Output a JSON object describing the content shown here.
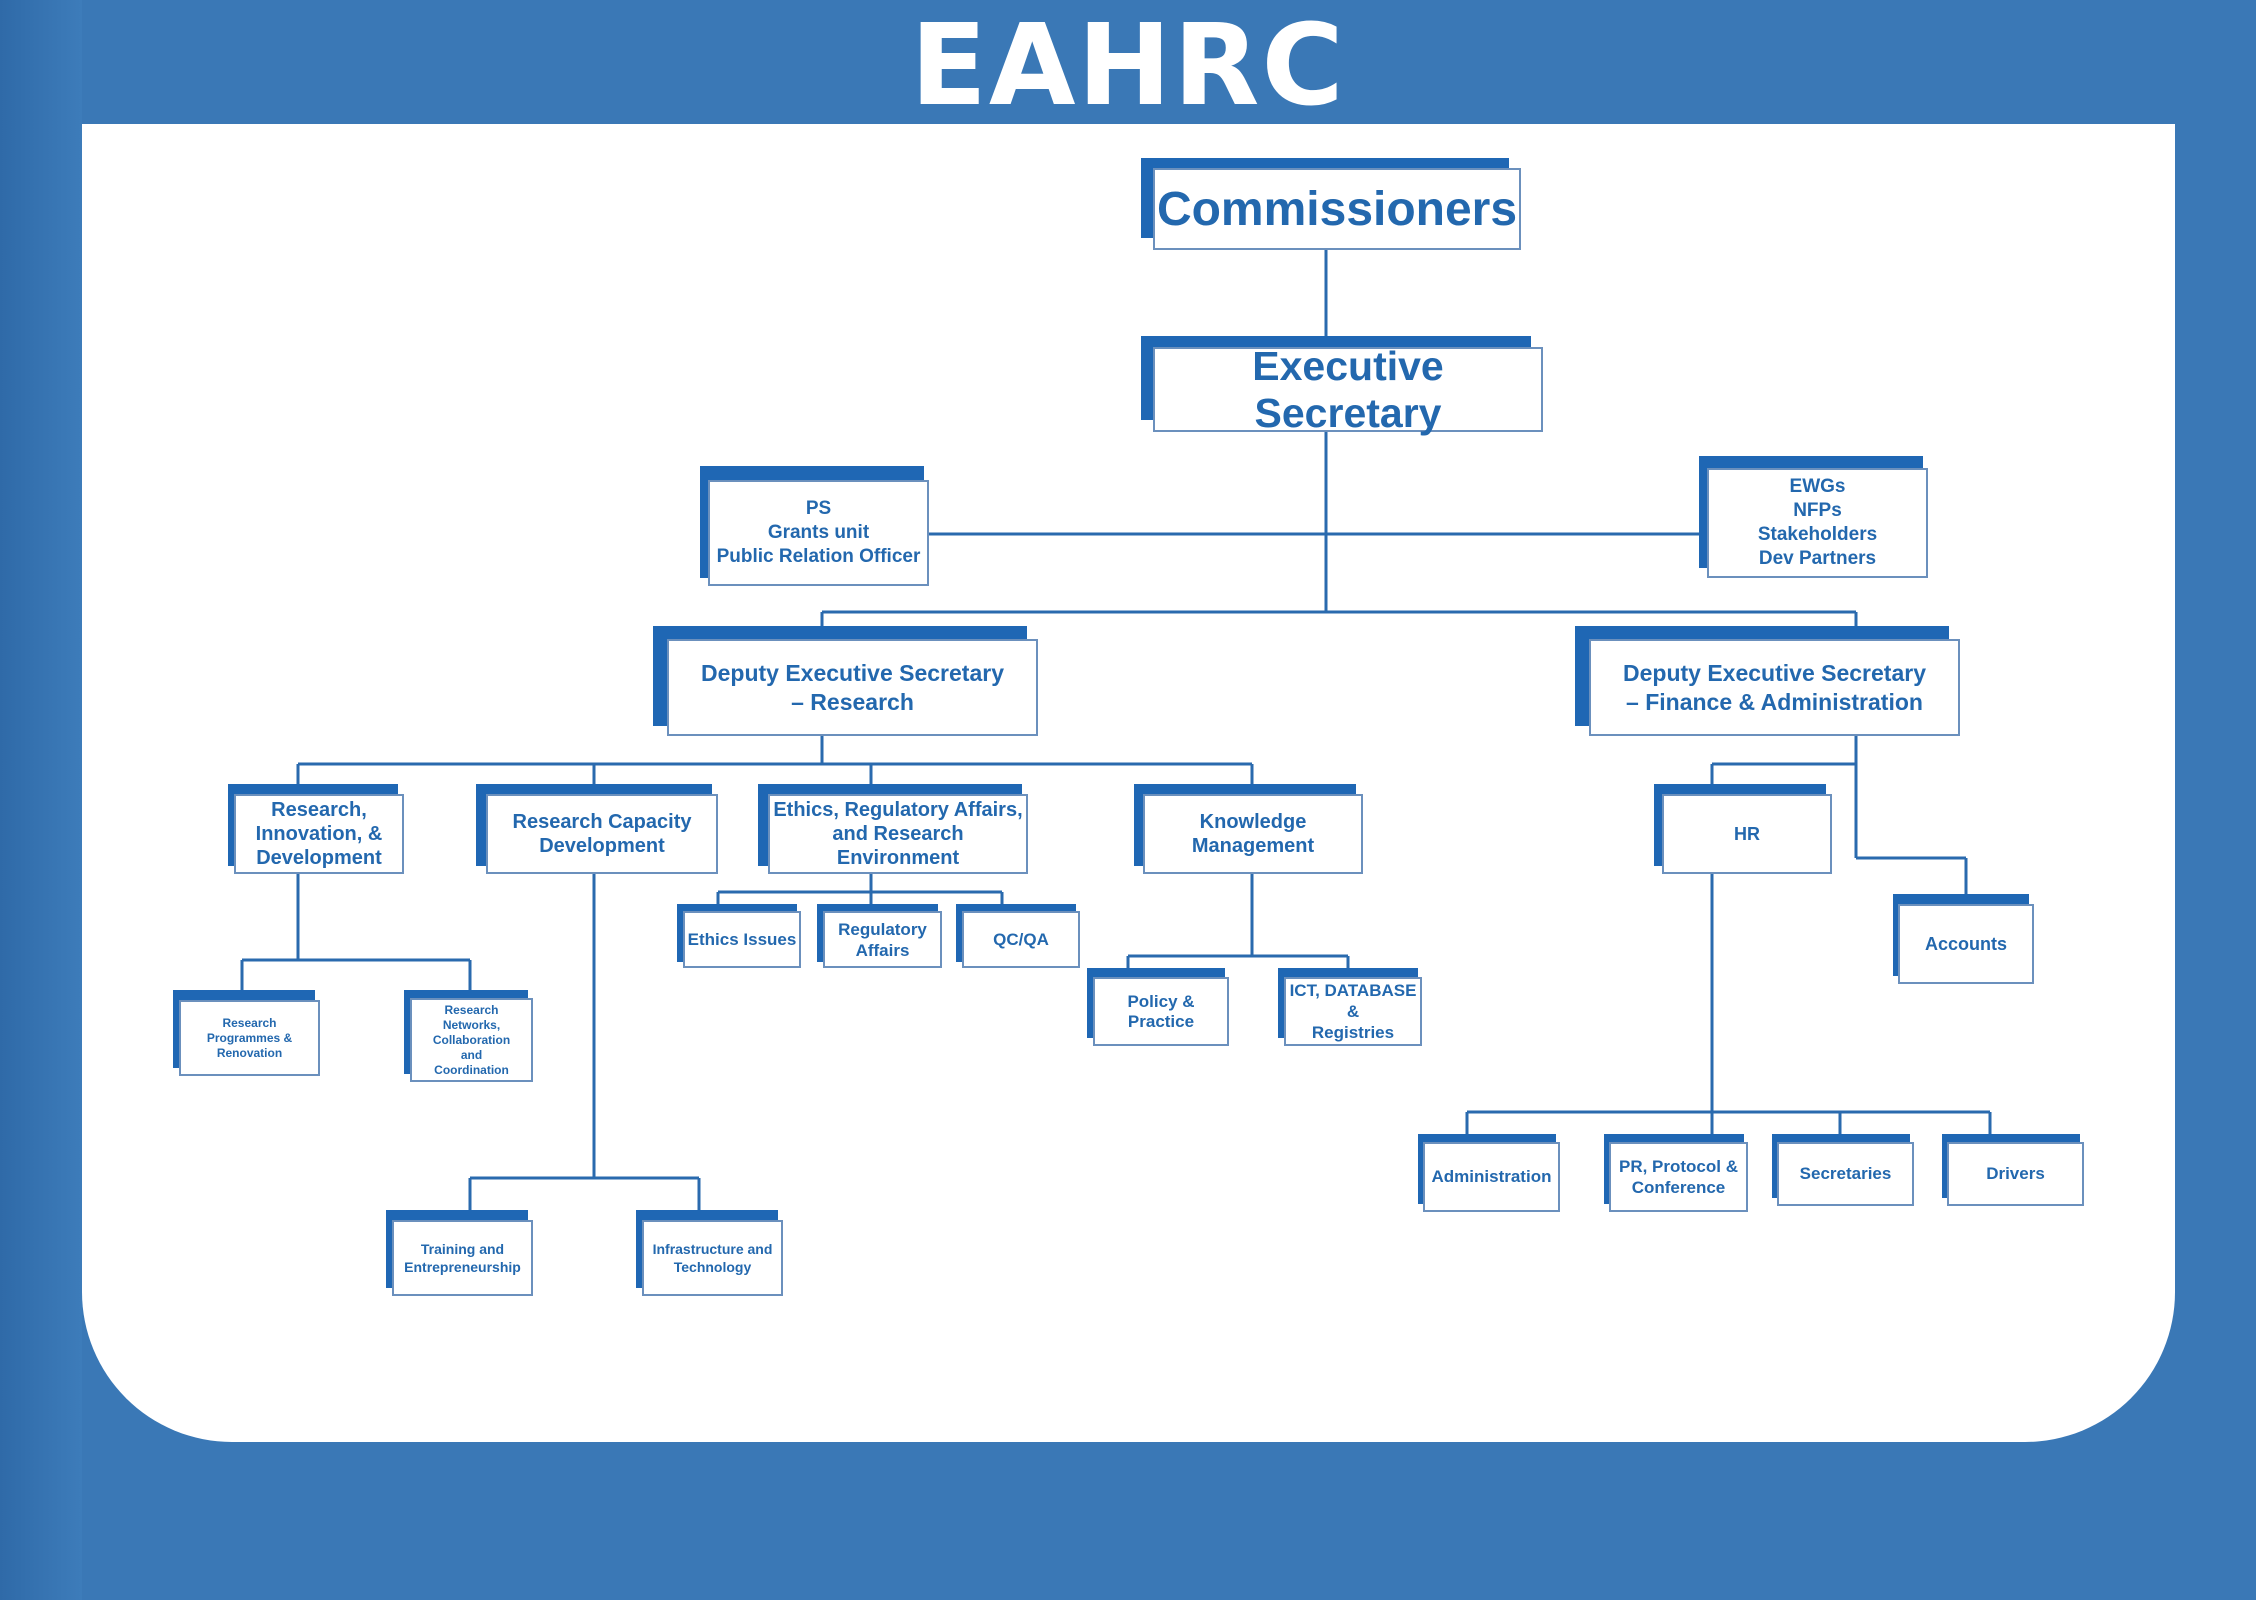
{
  "title": "EAHRC",
  "nodes": {
    "commissioners": "Commissioners",
    "executive_secretary": "Executive Secretary",
    "ps_group": "PS\nGrants unit\nPublic Relation Officer",
    "ewgs_group": "EWGs\nNFPs\nStakeholders\nDev Partners",
    "des_research": "Deputy Executive Secretary\n– Research",
    "des_finance": "Deputy Executive Secretary\n– Finance & Administration",
    "research_innovation": "Research,\nInnovation, &\nDevelopment",
    "research_capacity": "Research Capacity\nDevelopment",
    "ethics_regulatory": "Ethics, Regulatory Affairs,\nand Research Environment",
    "knowledge_management": "Knowledge\nManagement",
    "hr": "HR",
    "accounts": "Accounts",
    "ethics_issues": "Ethics Issues",
    "regulatory_affairs": "Regulatory\nAffairs",
    "qc_qa": "QC/QA",
    "policy_practice": "Policy & Practice",
    "ict_database": "ICT, DATABASE &\nRegistries",
    "research_programmes": "Research\nProgrammes &\nRenovation",
    "research_networks": "Research\nNetworks,\nCollaboration\nand\nCoordination",
    "training": "Training and\nEntrepreneurship",
    "infrastructure": "Infrastructure and\nTechnology",
    "administration": "Administration",
    "pr_protocol": "PR, Protocol &\nConference",
    "secretaries": "Secretaries",
    "drivers": "Drivers"
  }
}
